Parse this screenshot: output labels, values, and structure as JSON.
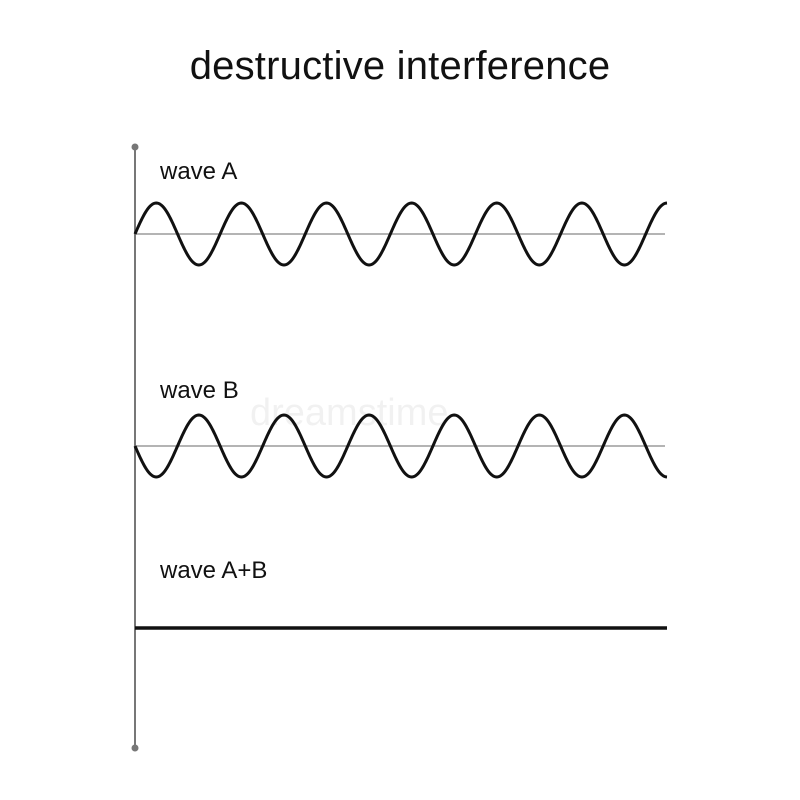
{
  "title": "destructive interference",
  "waves": [
    {
      "label": "wave A",
      "cycles": 6.25,
      "phase": "positive"
    },
    {
      "label": "wave B",
      "cycles": 6.25,
      "phase": "negative"
    },
    {
      "label": "wave A+B",
      "cycles": 0,
      "phase": "flat"
    }
  ],
  "watermark": "dreamstime",
  "colors": {
    "wave": "#111111",
    "axis": "#777777",
    "baseline": "#888888",
    "text": "#111111"
  }
}
